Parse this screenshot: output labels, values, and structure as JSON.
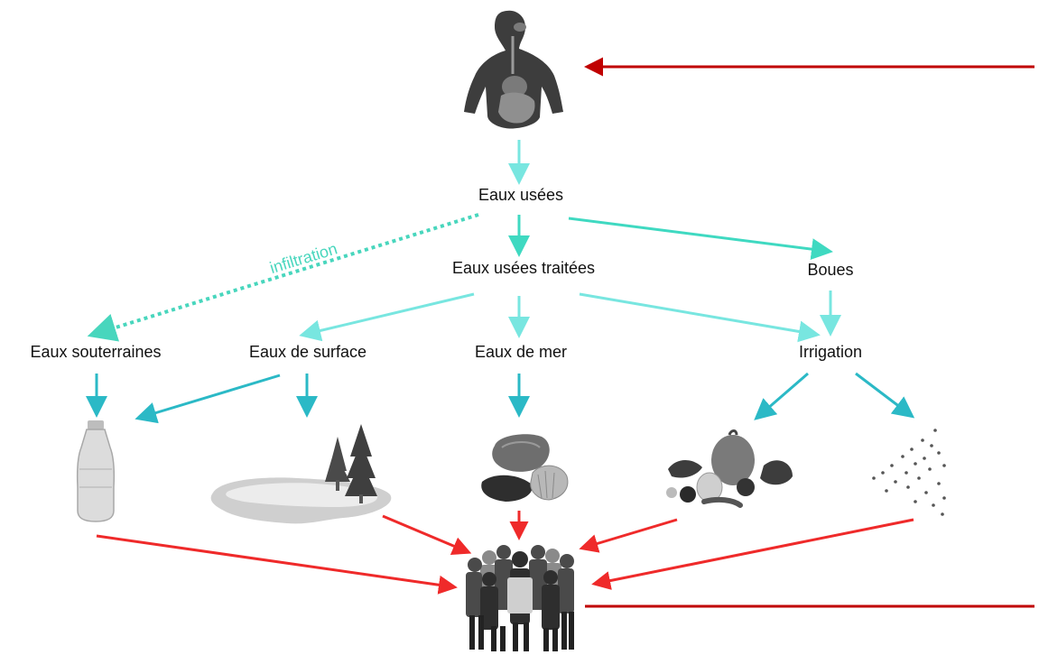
{
  "labels": {
    "wastewater": "Eaux usées",
    "treated_wastewater": "Eaux usées traitées",
    "sludge": "Boues",
    "groundwater": "Eaux souterraines",
    "surface_water": "Eaux de surface",
    "seawater": "Eaux de mer",
    "irrigation": "Irrigation",
    "infiltration": "infiltration"
  },
  "colors": {
    "teal_main": "#3fd9c1",
    "teal_light": "#78e6e0",
    "teal_dark": "#2bb9c6",
    "red_exposure": "#ef2a2a",
    "red_dark": "#c00000",
    "icon_gray": "#555555"
  },
  "icons": [
    "human-body-icon",
    "water-bottle-icon",
    "lake-icon",
    "shellfish-icon",
    "vegetables-icon",
    "soil-particles-icon",
    "population-icon"
  ]
}
